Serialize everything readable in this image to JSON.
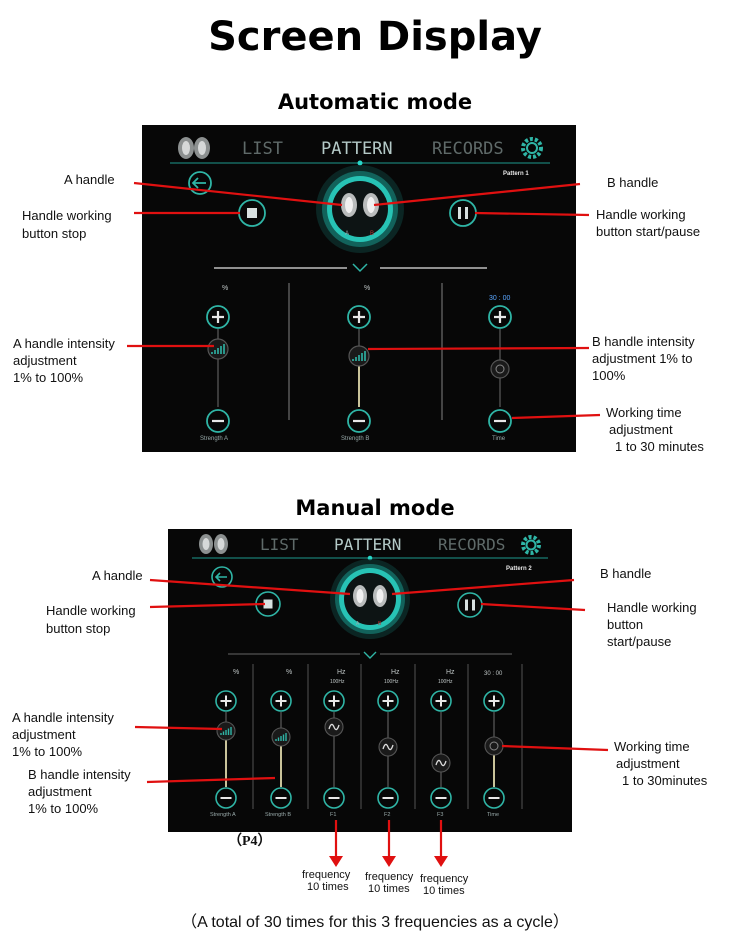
{
  "title": "Screen Display",
  "auto": {
    "heading": "Automatic mode",
    "tabs": {
      "list": "LIST",
      "pattern": "PATTERN",
      "records": "RECORDS"
    },
    "pattern_label": "Pattern 1",
    "units": {
      "a": "%",
      "b": "%",
      "time": "30 : 00"
    },
    "handle_labels": {
      "a": "A",
      "b": "B"
    },
    "controls": {
      "strength_a": "Strength A",
      "strength_b": "Strength B",
      "time": "Time"
    },
    "annotations": {
      "a_handle": "A handle",
      "b_handle": "B handle",
      "stop_1": "Handle working",
      "stop_2": "button stop",
      "start_1": "Handle working",
      "start_2": "button start/pause",
      "a_int_1": "A handle intensity",
      "a_int_2": "adjustment",
      "a_int_3": "1% to 100%",
      "b_int_1": "B handle intensity",
      "b_int_2": "adjustment 1% to",
      "b_int_3": "100%",
      "time_1": "Working time",
      "time_2": "adjustment",
      "time_3": "1 to 30 minutes"
    }
  },
  "manual": {
    "heading": "Manual mode",
    "tabs": {
      "list": "LIST",
      "pattern": "PATTERN",
      "records": "RECORDS"
    },
    "pattern_label": "Pattern 2",
    "units": {
      "a": "%",
      "b": "%",
      "f1": "Hz",
      "f2": "Hz",
      "f3": "Hz",
      "f1_sub": "100Hz",
      "f2_sub": "100Hz",
      "f3_sub": "100Hz",
      "time": "30 : 00"
    },
    "handle_labels": {
      "a": "A",
      "b": "B"
    },
    "controls": {
      "strength_a": "Strength A",
      "strength_b": "Strength B",
      "f1": "F1",
      "f2": "F2",
      "f3": "F3",
      "time": "Time"
    },
    "annotations": {
      "a_handle": "A handle",
      "b_handle": "B handle",
      "stop_1": "Handle working",
      "stop_2": "button stop",
      "start_1": "Handle working",
      "start_2": "button",
      "start_3": "start/pause",
      "a_int_1": "A handle intensity",
      "a_int_2": "adjustment",
      "a_int_3": "1% to 100%",
      "b_int_1": "B handle intensity",
      "b_int_2": "adjustment",
      "b_int_3": "1% to 100%",
      "time_1": "Working time",
      "time_2": "adjustment",
      "time_3": "1 to 30minutes",
      "freq_1": "frequency",
      "freq_2": "10 times"
    },
    "page_label": "（P4）"
  },
  "footer": "（A total of 30 times for this 3 frequencies as a cycle）",
  "colors": {
    "screen_bg": "#070707",
    "accent": "#1fa89a",
    "glow": "#27d6c8",
    "annotation_line": "#e01010"
  }
}
